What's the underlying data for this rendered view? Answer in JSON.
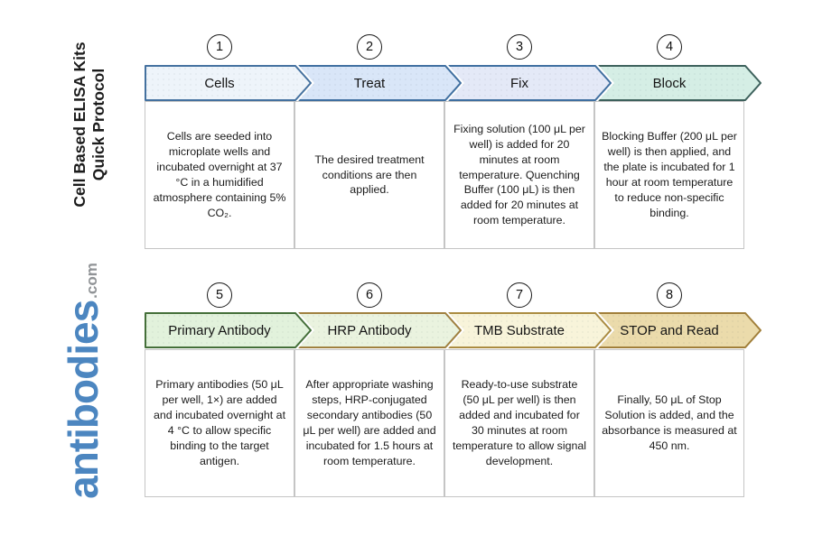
{
  "page": {
    "background": "#ffffff"
  },
  "sidebar": {
    "title_line1": "Cell Based ELISA Kits",
    "title_line2": "Quick Protocol",
    "logo_text": "antibodies",
    "logo_suffix": ".com",
    "logo_color": "#4c86c0",
    "logo_suffix_color": "#909396"
  },
  "steps": [
    {
      "number": "1",
      "label": "Cells",
      "description": "Cells are seeded into microplate wells and incubated overnight at 37 °C in a humidified atmosphere containing 5% CO₂.",
      "fill": "#eef4fa",
      "border": "#44719f"
    },
    {
      "number": "2",
      "label": "Treat",
      "description": "The desired treatment conditions are then applied.",
      "fill": "#d9e6f8",
      "border": "#3f6fa0"
    },
    {
      "number": "3",
      "label": "Fix",
      "description": "Fixing solution (100 μL per well) is added for 20 minutes at room temperature. Quenching Buffer (100 μL) is then added for 20 minutes at room temperature.",
      "fill": "#e4e9f7",
      "border": "#3f6fa0"
    },
    {
      "number": "4",
      "label": "Block",
      "description": "Blocking Buffer (200 μL per well) is then applied, and the plate is incubated for 1 hour at room temperature to reduce non-specific binding.",
      "fill": "#d5eee5",
      "border": "#3d615c"
    },
    {
      "number": "5",
      "label": "Primary Antibody",
      "description": "Primary antibodies (50 μL per well, 1×) are added and incubated overnight at 4 °C to allow specific binding to the target antigen.",
      "fill": "#e2f2dc",
      "border": "#446f39"
    },
    {
      "number": "6",
      "label": "HRP Antibody",
      "description": "After appropriate washing steps, HRP-conjugated secondary antibodies (50 μL per well) are added and incubated for 1.5 hours at room temperature.",
      "fill": "#eaf3df",
      "border": "#a08140"
    },
    {
      "number": "7",
      "label": "TMB Substrate",
      "description": "Ready-to-use substrate (50 μL per well) is then added and incubated for 30 minutes at room temperature to allow signal development.",
      "fill": "#f8f4da",
      "border": "#ab8c41"
    },
    {
      "number": "8",
      "label": "STOP and Read",
      "description": "Finally, 50 μL of Stop Solution is added, and the absorbance is measured at 450 nm.",
      "fill": "#ebdbab",
      "border": "#a17f3a"
    }
  ]
}
